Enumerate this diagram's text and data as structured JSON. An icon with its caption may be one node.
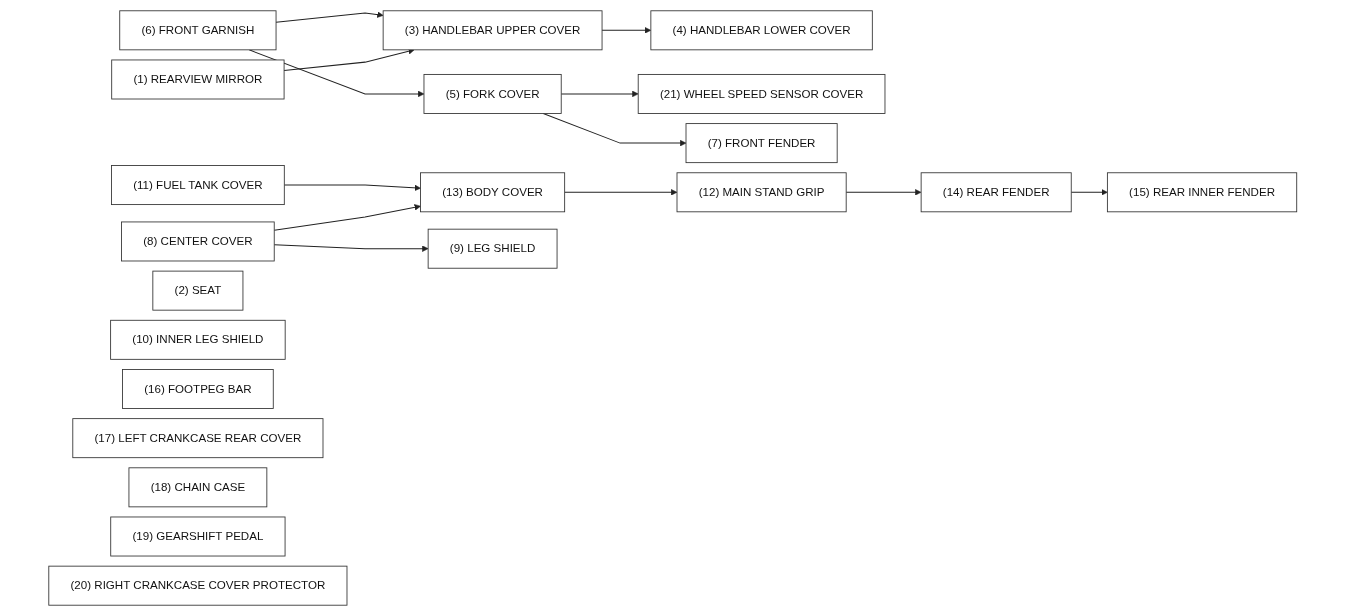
{
  "diagram": {
    "nodes": [
      {
        "text": [
          "(6) FRONT GARNISH"
        ]
      },
      {
        "text": [
          "(3) HANDLEBAR UPPER COVER"
        ]
      },
      {
        "text": [
          "(1) REARVIEW MIRROR"
        ]
      },
      {
        "text": [
          "(4) HANDLEBAR LOWER COVER"
        ]
      },
      {
        "text": [
          "(2) SEAT"
        ]
      },
      {
        "text": [
          "(10) INNER LEG SHIELD"
        ]
      },
      {
        "text": [
          "(5) FORK COVER"
        ]
      },
      {
        "text": [
          "(21) WHEEL SPEED SENSOR COVER"
        ]
      },
      {
        "text": [
          "(16) FOOTPEG BAR"
        ]
      },
      {
        "text": [
          "(17) LEFT CRANKCASE REAR COVER"
        ]
      },
      {
        "text": [
          "(7) FRONT FENDER"
        ]
      },
      {
        "text": [
          "(18) CHAIN CASE"
        ]
      },
      {
        "text": [
          "(11) FUEL TANK COVER"
        ]
      },
      {
        "text": [
          "(19) GEARSHIFT PEDAL"
        ]
      },
      {
        "text": [
          "(20) RIGHT CRANKCASE COVER PROTECTOR"
        ]
      },
      {
        "text": [
          "(8) CENTER COVER"
        ]
      },
      {
        "text": [
          "(13) BODY COVER"
        ]
      },
      {
        "text": [
          "(9) LEG SHIELD"
        ]
      },
      {
        "text": [
          "(12) MAIN STAND GRIP"
        ]
      },
      {
        "text": [
          "(14) REAR FENDER"
        ]
      },
      {
        "text": [
          "(15) REAR INNER FENDER"
        ]
      }
    ],
    "edges": [
      {
        "from": 0,
        "to": 1,
        "arrow": "to"
      },
      {
        "from": 2,
        "to": 1,
        "arrow": "to"
      },
      {
        "from": 1,
        "to": 3,
        "arrow": "to"
      },
      {
        "from": 0,
        "to": 6,
        "arrow": "to"
      },
      {
        "from": 6,
        "to": 7,
        "arrow": "to"
      },
      {
        "from": 6,
        "to": 10,
        "arrow": "to"
      },
      {
        "from": 12,
        "to": 16,
        "arrow": "to"
      },
      {
        "from": 15,
        "to": 16,
        "arrow": "to"
      },
      {
        "from": 15,
        "to": 17,
        "arrow": "to"
      },
      {
        "from": 16,
        "to": 18,
        "arrow": "to"
      },
      {
        "from": 18,
        "to": 19,
        "arrow": "to"
      },
      {
        "from": 19,
        "to": 20,
        "arrow": "to"
      }
    ]
  }
}
